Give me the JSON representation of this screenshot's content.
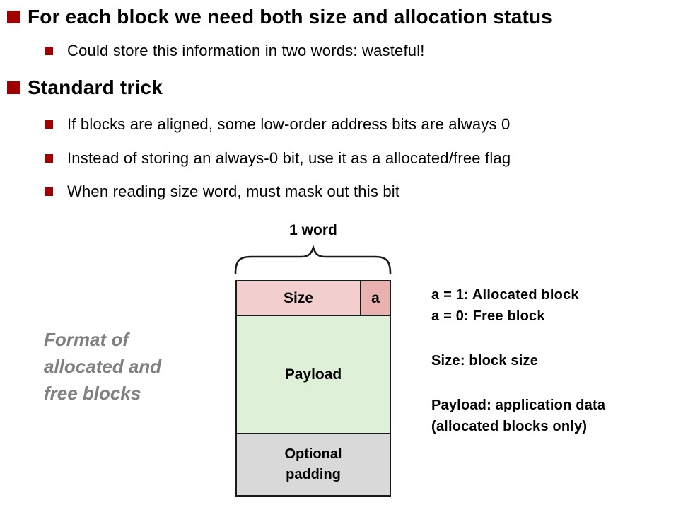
{
  "slide": {
    "background": "#ffffff",
    "accent_color": "#a00000",
    "bullets": [
      {
        "level": 1,
        "text": "For each block we need both size and allocation status"
      },
      {
        "level": 2,
        "text": "Could store this information in two words: wasteful!"
      },
      {
        "level": 1,
        "text": "Standard trick"
      },
      {
        "level": 2,
        "text": "If blocks are aligned, some low-order address bits are always 0"
      },
      {
        "level": 2,
        "text": "Instead of storing an always-0 bit, use it as a allocated/free flag"
      },
      {
        "level": 2,
        "text": "When reading size word, must mask out this bit"
      }
    ]
  },
  "diagram": {
    "word_label": "1 word",
    "caption_lines": [
      "Format of",
      "allocated and",
      "free blocks"
    ],
    "caption_color": "#808080",
    "block": {
      "size_label": "Size",
      "flag_label": "a",
      "payload_label": "Payload",
      "padding_label": "Optional padding",
      "size_fill": "#f2cece",
      "flag_fill": "#eab1b1",
      "payload_fill": "#def0d8",
      "padding_fill": "#d9d9d9",
      "border_color": "#1a1a1a"
    },
    "legend_groups": [
      {
        "lines": [
          "a = 1: Allocated block",
          "a = 0: Free block"
        ]
      },
      {
        "lines": [
          "Size: block size"
        ]
      },
      {
        "lines": [
          "Payload: application data",
          "(allocated blocks only)"
        ]
      }
    ]
  }
}
